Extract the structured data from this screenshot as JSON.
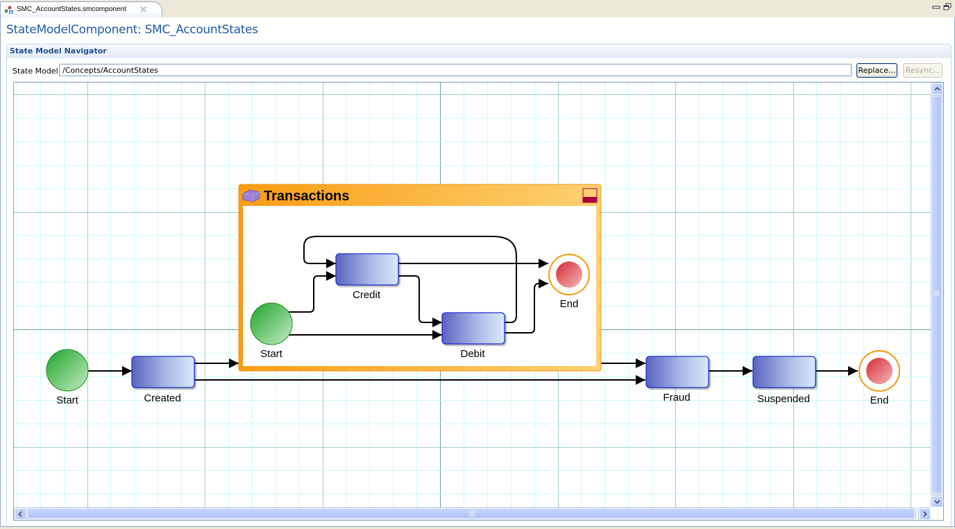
{
  "tab": {
    "label": "SMC_AccountStates.smcomponent",
    "icon": "state-model-component-icon",
    "close_icon": "close-icon"
  },
  "window_controls": {
    "minimize_icon": "minimize-icon",
    "restore_icon": "restore-icon"
  },
  "page": {
    "title": "StateModelComponent: SMC_AccountStates"
  },
  "navigator": {
    "section_title": "State Model Navigator",
    "state_model_label": "State Model:",
    "state_model_value": "/Concepts/AccountStates",
    "replace_label": "Replace...",
    "resync_label": "Resync..."
  },
  "diagram": {
    "outer_states": [
      {
        "id": "start",
        "type": "start",
        "label": "Start"
      },
      {
        "id": "created",
        "type": "state",
        "label": "Created"
      },
      {
        "id": "fraud",
        "type": "state",
        "label": "Fraud"
      },
      {
        "id": "suspended",
        "type": "state",
        "label": "Suspended"
      },
      {
        "id": "end",
        "type": "end",
        "label": "End"
      }
    ],
    "composite": {
      "id": "transactions",
      "label": "Transactions",
      "icon": "composite-state-icon",
      "toggle_icon": "collapse-toggle-icon",
      "states": [
        {
          "id": "t-start",
          "type": "start",
          "label": "Start"
        },
        {
          "id": "credit",
          "type": "state",
          "label": "Credit"
        },
        {
          "id": "debit",
          "type": "state",
          "label": "Debit"
        },
        {
          "id": "t-end",
          "type": "end",
          "label": "End"
        }
      ]
    },
    "transitions": [
      {
        "from": "start",
        "to": "created"
      },
      {
        "from": "created",
        "to": "transactions"
      },
      {
        "from": "created",
        "to": "fraud"
      },
      {
        "from": "transactions",
        "to": "fraud"
      },
      {
        "from": "fraud",
        "to": "suspended"
      },
      {
        "from": "suspended",
        "to": "end"
      },
      {
        "from": "t-start",
        "to": "credit"
      },
      {
        "from": "t-start",
        "to": "debit"
      },
      {
        "from": "credit",
        "to": "t-end"
      },
      {
        "from": "credit",
        "to": "debit"
      },
      {
        "from": "debit",
        "to": "credit"
      },
      {
        "from": "debit",
        "to": "t-end"
      }
    ]
  },
  "scrollbars": {
    "up_icon": "scroll-up-icon",
    "down_icon": "scroll-down-icon",
    "left_icon": "scroll-left-icon",
    "right_icon": "scroll-right-icon"
  },
  "colors": {
    "title_blue": "#1f5aa6",
    "start_green": "#2ca630",
    "end_red": "#d93a44",
    "end_ring": "#f5a020",
    "state_dark": "#5a63c0",
    "state_light": "#dbe9fb",
    "state_border": "#1a2fd0",
    "composite_orange": "#f9a11b",
    "grid_minor": "#ccfbfb",
    "grid_major": "#9ccccc"
  }
}
